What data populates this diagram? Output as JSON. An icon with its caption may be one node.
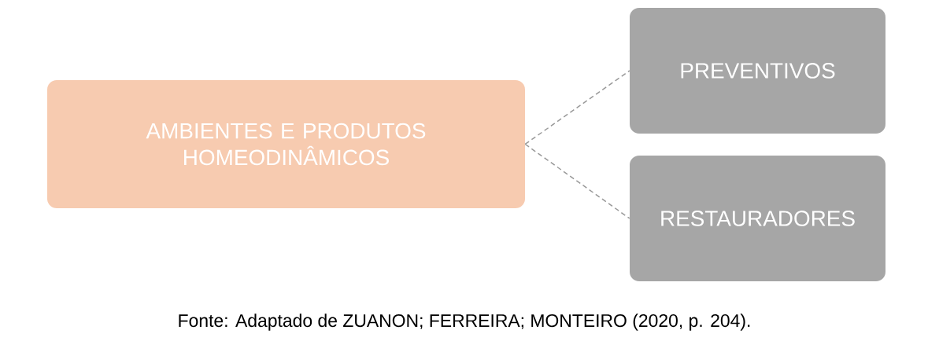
{
  "diagram": {
    "caption": "Fonte: Adaptado de ZUANON; FERREIRA; MONTEIRO (2020, p. 204).",
    "nodes": [
      {
        "text": [
          "AMBIENTES E PRODUTOS HOMEODINÂMICOS"
        ]
      },
      {
        "text": [
          "PREVENTIVOS"
        ]
      },
      {
        "text": [
          "RESTAURADORES"
        ]
      }
    ],
    "edges": [
      {
        "from": 0,
        "to": 1,
        "arrow": "none",
        "style": "dashed"
      },
      {
        "from": 0,
        "to": 2,
        "arrow": "none",
        "style": "dashed"
      }
    ]
  }
}
